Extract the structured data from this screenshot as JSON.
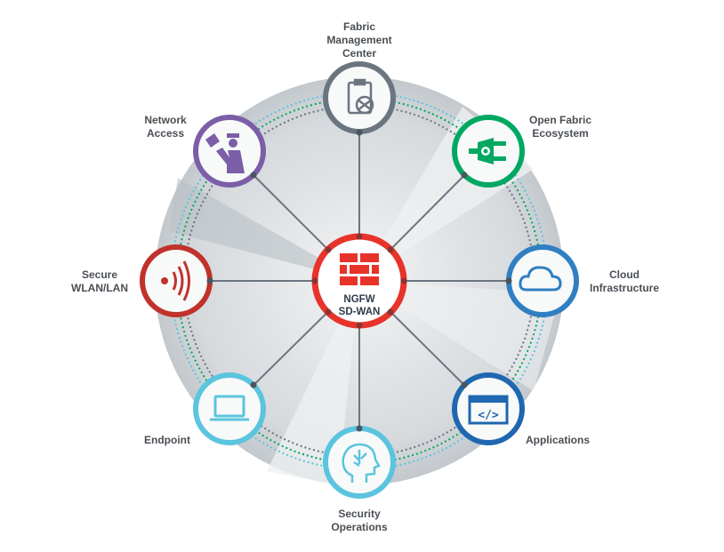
{
  "center": {
    "line1": "NGFW",
    "line2": "SD-WAN",
    "icon": "firewall-brick-icon",
    "color": "#e8332a"
  },
  "nodes": [
    {
      "id": "fabric-management-center",
      "label": "Fabric\nManagement\nCenter",
      "icon": "clipboard-globe-icon",
      "color": "#6b7580"
    },
    {
      "id": "open-fabric-ecosystem",
      "label": "Open Fabric\nEcosystem",
      "icon": "plug-gear-icon",
      "color": "#00a862"
    },
    {
      "id": "cloud-infrastructure",
      "label": "Cloud\nInfrastructure",
      "icon": "cloud-icon",
      "color": "#2f7fc2"
    },
    {
      "id": "applications",
      "label": "Applications",
      "icon": "code-window-icon",
      "color": "#1f67b0"
    },
    {
      "id": "security-operations",
      "label": "Security\nOperations",
      "icon": "head-circuit-icon",
      "color": "#5bc4de"
    },
    {
      "id": "endpoint",
      "label": "Endpoint",
      "icon": "laptop-icon",
      "color": "#5bc4de"
    },
    {
      "id": "secure-wlan-lan",
      "label": "Secure\nWLAN/LAN",
      "icon": "wireless-signal-icon",
      "color": "#c0322b"
    },
    {
      "id": "network-access",
      "label": "Network\nAccess",
      "icon": "guard-id-icon",
      "color": "#7b5ea7"
    }
  ]
}
